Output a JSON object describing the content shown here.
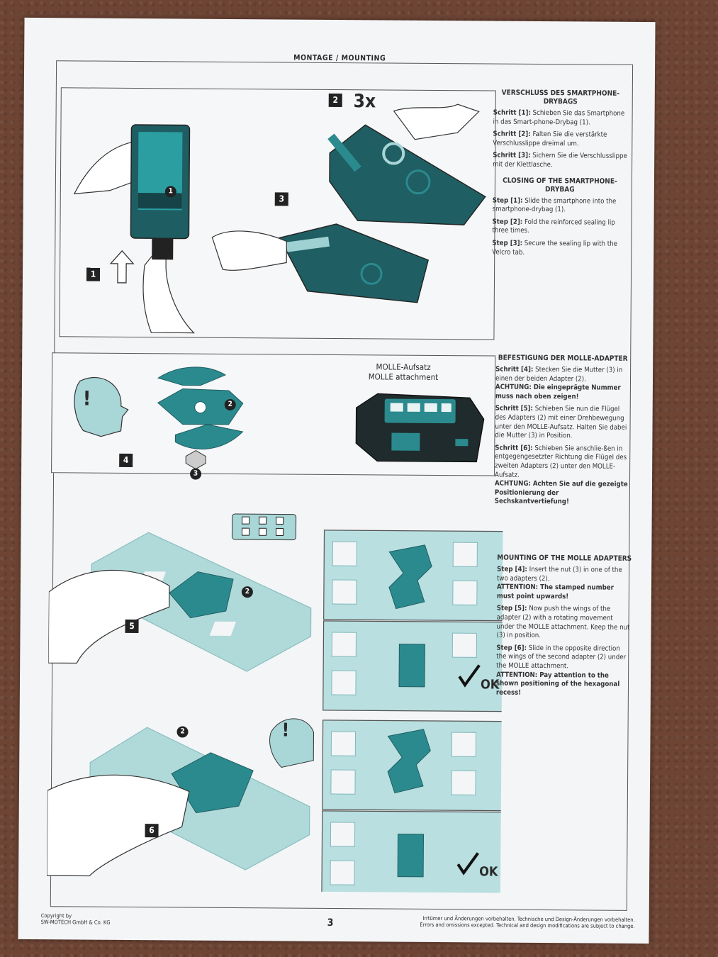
{
  "header": {
    "title": "MONTAGE / MOUNTING"
  },
  "closing_de": {
    "heading": "VERSCHLUSS DES SMARTPHONE-DRYBAGS",
    "steps": [
      {
        "label": "Schritt [1]:",
        "text": "Schieben Sie das Smartphone in das Smart-phone-Drybag (1)."
      },
      {
        "label": "Schritt [2]:",
        "text": "Falten Sie die verstärkte Verschlusslippe dreimal um."
      },
      {
        "label": "Schritt [3]:",
        "text": "Sichern Sie die Verschlusslippe mit der Klettlasche."
      }
    ]
  },
  "closing_en": {
    "heading": "CLOSING OF THE SMARTPHONE-DRYBAG",
    "steps": [
      {
        "label": "Step [1]:",
        "text": "Slide the smartphone into the smartphone-drybag (1)."
      },
      {
        "label": "Step [2]:",
        "text": "Fold the reinforced sealing lip three times."
      },
      {
        "label": "Step [3]:",
        "text": "Secure the sealing lip with the Velcro tab."
      }
    ]
  },
  "mount_de": {
    "heading": "BEFESTIGUNG DER MOLLE-ADAPTER",
    "step4_label": "Schritt [4]:",
    "step4_text": "Stecken Sie die Mutter (3) in einen der beiden Adapter (2).",
    "step4_warn": "ACHTUNG: Die eingeprägte Nummer muss nach oben zeigen!",
    "step5_label": "Schritt [5]:",
    "step5_text": "Schieben Sie nun die Flügel des Adapters (2) mit einer Drehbewegung unter den MOLLE-Aufsatz. Halten Sie dabei die Mutter (3) in Position.",
    "step6_label": "Schritt [6]:",
    "step6_text": "Schieben Sie anschlie-ßen in entgegengesetzter Richtung die Flügel des zweiten Adapters (2) unter den MOLLE-Aufsatz.",
    "step6_warn": "ACHTUNG: Achten Sie auf die gezeigte Positionierung der Sechskantvertiefung!"
  },
  "mount_en": {
    "heading": "MOUNTING OF THE MOLLE ADAPTERS",
    "step4_label": "Step [4]:",
    "step4_text": "Insert the nut (3) in one of the two adapters (2).",
    "step4_warn": "ATTENTION: The stamped number must point upwards!",
    "step5_label": "Step [5]:",
    "step5_text": "Now push the wings of the adapter (2) with a rotating movement under the MOLLE attachment. Keep the nut (3) in position.",
    "step6_label": "Step [6]:",
    "step6_text": "Slide in the opposite direction the wings of the second adapter (2) under the MOLLE attachment.",
    "step6_warn": "ATTENTION: Pay attention to the shown positioning of the hexagonal recess!"
  },
  "illustration": {
    "molle_label_de": "MOLLE-Aufsatz",
    "molle_label_en": "MOLLE attachment",
    "step_badges": [
      "1",
      "2",
      "3",
      "4",
      "5",
      "6"
    ],
    "callouts": [
      "1",
      "2",
      "3",
      "2",
      "2"
    ],
    "repeat": "3x",
    "ok_label": "OK",
    "exclamation": "!"
  },
  "footer": {
    "copyright_line1": "Copyright by",
    "copyright_line2": "SW-MOTECH GmbH & Co. KG",
    "page_number": "3",
    "disclaimer_de": "Irrtümer und Änderungen vorbehalten. Technische und Design-Änderungen vorbehalten.",
    "disclaimer_en": "Errors and omissions excepted. Technical and design modifications are subject to change."
  },
  "colors": {
    "teal": "#2b8a8e",
    "teal_light": "#a9d6d6",
    "teal_dark": "#1f5e63",
    "paper": "#f4f5f7"
  }
}
